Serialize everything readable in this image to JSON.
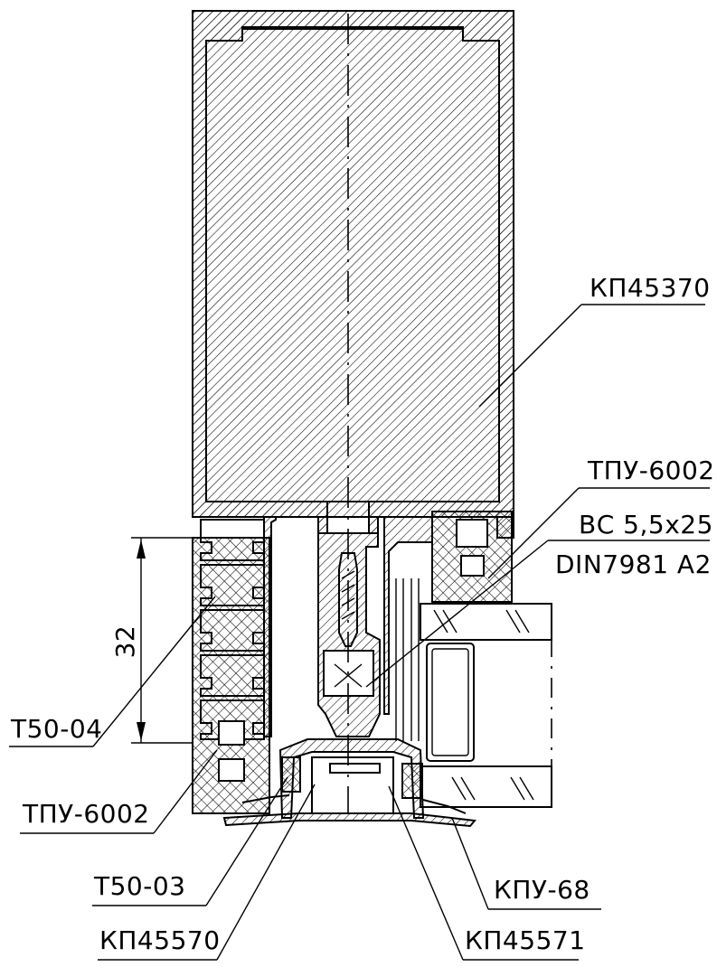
{
  "labels": {
    "top_profile": "КП45370",
    "seal_top": "ТПУ-6002",
    "screw_line1": "ВС  5,5х25",
    "screw_line2": "DIN7981 A2",
    "thermal_insert_1": "Т50-04",
    "dimension": "32",
    "seal_bottom": "ТПУ-6002",
    "thermal_insert_2": "Т50-03",
    "clamp_profile": "КП45570",
    "cover_profile": "КП45571",
    "gasket": "КПУ-68"
  }
}
